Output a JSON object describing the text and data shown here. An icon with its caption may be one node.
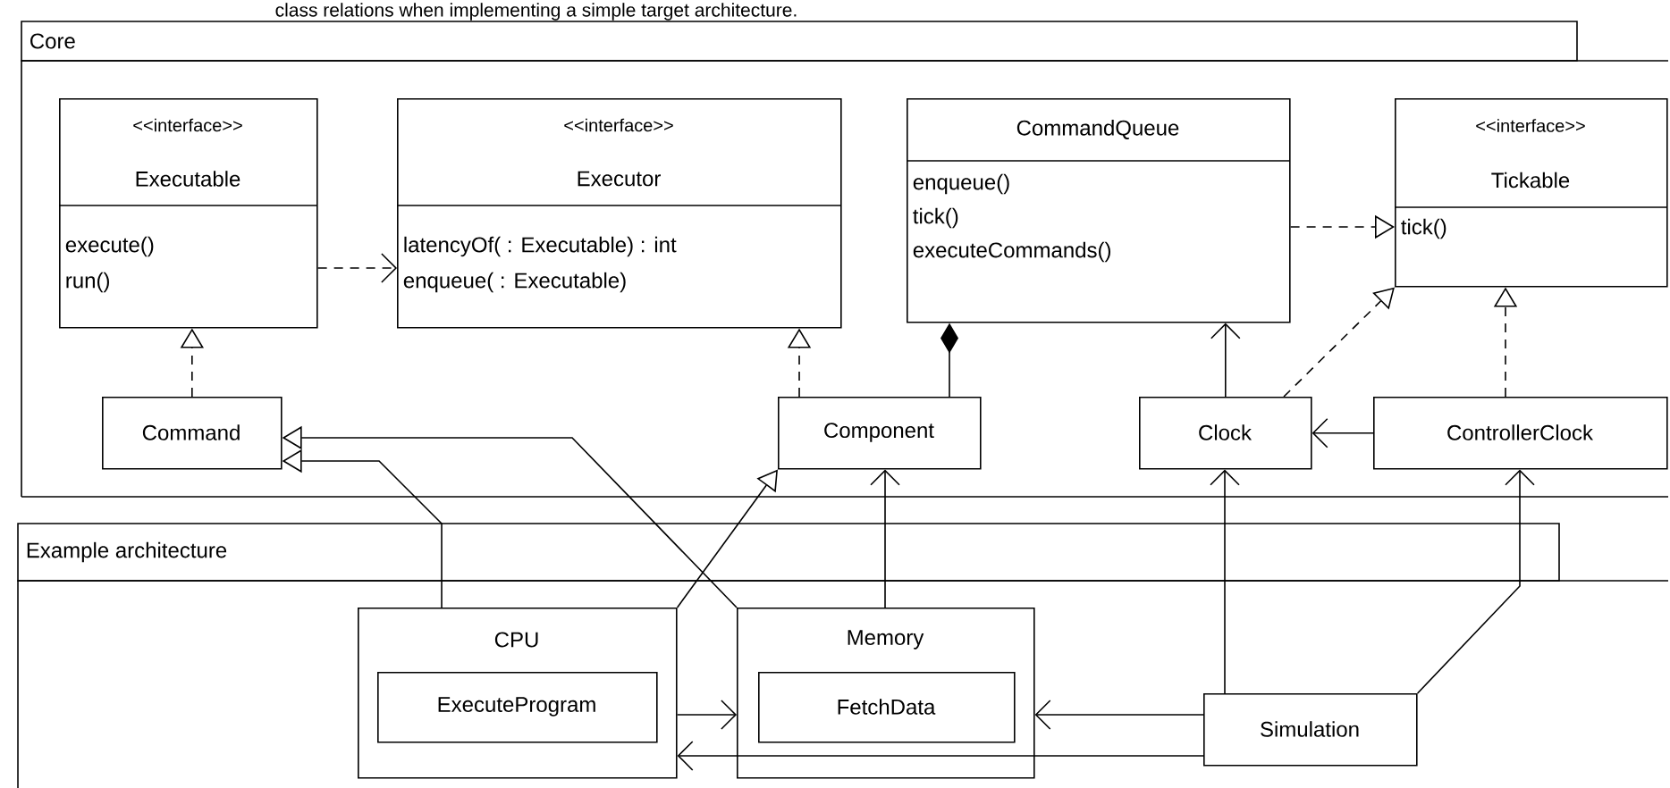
{
  "diagram": {
    "title": "class relations when implementing a simple target architecture.",
    "nodes": [
      {
        "text": [
          "Core"
        ]
      },
      {
        "text": [
          "<<interface>>",
          "Executable",
          "execute()",
          "run()"
        ],
        "in": 0
      },
      {
        "text": [
          "<<interface>>",
          "Executor",
          "latencyOf( : Executable) : int",
          "enqueue( : Executable)"
        ],
        "in": 0
      },
      {
        "text": [
          "CommandQueue",
          "enqueue()",
          "tick()",
          "executeCommands()"
        ],
        "in": 0
      },
      {
        "text": [
          "<<interface>>",
          "Tickable",
          "tick()"
        ],
        "in": 0
      },
      {
        "text": [
          "Command"
        ],
        "in": 0
      },
      {
        "text": [
          "Component"
        ],
        "in": 0
      },
      {
        "text": [
          "Clock"
        ],
        "in": 0
      },
      {
        "text": [
          "ControllerClock"
        ],
        "in": 0
      },
      {
        "text": [
          "Example architecture"
        ]
      },
      {
        "text": [
          "CPU"
        ],
        "in": 9
      },
      {
        "text": [
          "ExecuteProgram"
        ],
        "in": 10
      },
      {
        "text": [
          "Memory"
        ],
        "in": 9
      },
      {
        "text": [
          "FetchData"
        ],
        "in": 12
      },
      {
        "text": [
          "Simulation"
        ],
        "in": 9
      }
    ],
    "edges": [
      {
        "from": 1,
        "to": 2,
        "arrow": "to",
        "style": "dashed"
      },
      {
        "from": 5,
        "to": 1,
        "arrow": "to",
        "style": "dashed"
      },
      {
        "from": 6,
        "to": 2,
        "arrow": "to",
        "style": "dashed"
      },
      {
        "from": 6,
        "to": 3,
        "arrow": "other"
      },
      {
        "from": 3,
        "to": 4,
        "arrow": "to",
        "style": "dashed"
      },
      {
        "from": 7,
        "to": 4,
        "arrow": "to",
        "style": "dashed"
      },
      {
        "from": 7,
        "to": 3,
        "arrow": "to"
      },
      {
        "from": 8,
        "to": 4,
        "arrow": "to",
        "style": "dashed"
      },
      {
        "from": 8,
        "to": 7,
        "arrow": "to"
      },
      {
        "from": 10,
        "to": 5,
        "arrow": "to"
      },
      {
        "from": 12,
        "to": 5,
        "arrow": "to"
      },
      {
        "from": 10,
        "to": 6,
        "arrow": "to"
      },
      {
        "from": 12,
        "to": 6,
        "arrow": "to"
      },
      {
        "from": 10,
        "to": 12,
        "arrow": "to"
      },
      {
        "from": 14,
        "to": 10,
        "arrow": "to"
      },
      {
        "from": 14,
        "to": 12,
        "arrow": "to"
      },
      {
        "from": 14,
        "to": 7,
        "arrow": "to"
      },
      {
        "from": 14,
        "to": 8,
        "arrow": "to"
      }
    ]
  }
}
